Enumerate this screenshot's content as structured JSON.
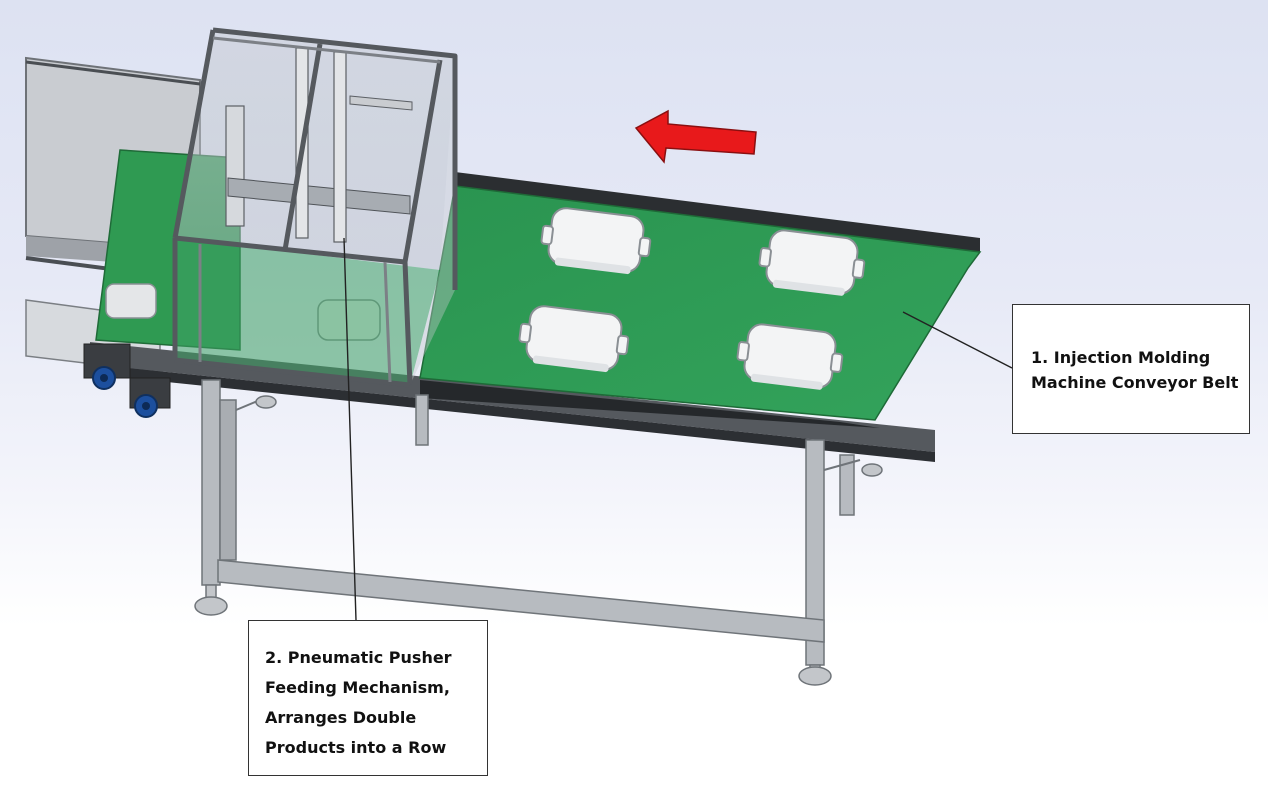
{
  "diagram": {
    "arrow_color": "#e8191b",
    "belt_color": "#2e9a52",
    "frame_color": "#8d9196",
    "knob_color": "#1c4f9e",
    "icons": [
      "direction-arrow-icon",
      "motor-knob-icon"
    ]
  },
  "callouts": [
    {
      "id": "belt",
      "lines": [
        "1. Injection Molding",
        "Machine Conveyor Belt"
      ]
    },
    {
      "id": "pusher",
      "lines": [
        "2. Pneumatic Pusher",
        "Feeding Mechanism,",
        "Arranges Double",
        "Products into a Row"
      ]
    }
  ]
}
